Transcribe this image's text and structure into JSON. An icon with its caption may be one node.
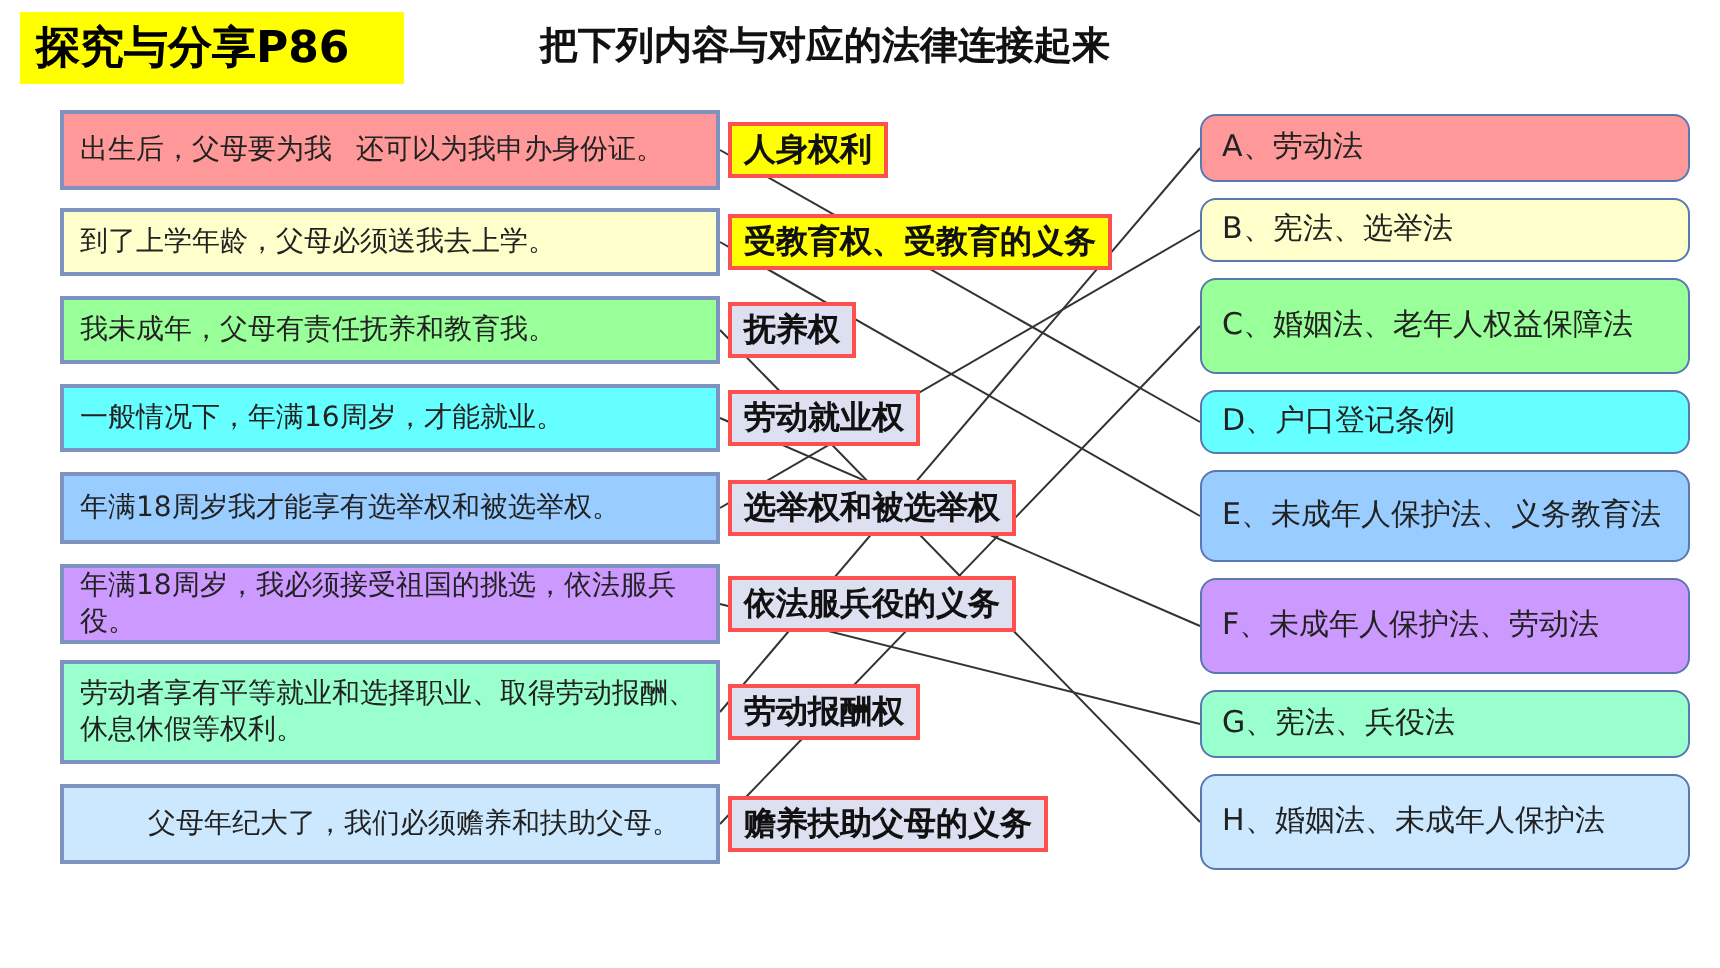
{
  "diagram": {
    "title": "把下列内容与对应的法律连接起来",
    "nodes": [
      {
        "text": [
          "探究与分享P86"
        ]
      },
      {
        "text": [
          "出生后，父母要为我",
          "还可以为我申办身份证。"
        ],
        "beside": [
          "人身权利"
        ]
      },
      {
        "text": [
          "到了上学年龄，父母必须送我去上学。"
        ],
        "beside": [
          "受教育权、受教育的义务"
        ]
      },
      {
        "text": [
          "我未成年，父母有责任抚养和教育我。"
        ],
        "beside": [
          "抚养权"
        ]
      },
      {
        "text": [
          "一般情况下，年满16周岁，才能就业。"
        ],
        "beside": [
          "劳动就业权"
        ]
      },
      {
        "text": [
          "年满18周岁我才能享有选举权和被选举权。"
        ],
        "beside": [
          "选举权和被选举权"
        ]
      },
      {
        "text": [
          "年满18周岁，我必须接受祖国的挑选，依法服兵役。"
        ],
        "beside": [
          "依法服兵役的义务"
        ]
      },
      {
        "text": [
          "劳动者享有平等就业和选择职业、取得劳动报酬、休息休假等权利。"
        ],
        "beside": [
          "劳动报酬权"
        ]
      },
      {
        "text": [
          "父母年纪大了，我们必须赡养和扶助父母。"
        ],
        "beside": [
          "赡养扶助父母的义务"
        ]
      },
      {
        "text": [
          "A、劳动法"
        ]
      },
      {
        "text": [
          "B、宪法、选举法"
        ]
      },
      {
        "text": [
          "C、婚姻法、老年人权益保障法"
        ]
      },
      {
        "text": [
          "D、户口登记条例"
        ]
      },
      {
        "text": [
          "E、未成年人保护法、义务教育法"
        ]
      },
      {
        "text": [
          "F、未成年人保护法、劳动法"
        ]
      },
      {
        "text": [
          "G、宪法、兵役法"
        ]
      },
      {
        "text": [
          "H、婚姻法、未成年人保护法"
        ]
      }
    ],
    "edges": [
      {
        "from": 1,
        "to": 12,
        "arrow": "none"
      },
      {
        "from": 2,
        "to": 13,
        "arrow": "none"
      },
      {
        "from": 3,
        "to": 16,
        "arrow": "none"
      },
      {
        "from": 4,
        "to": 14,
        "arrow": "none"
      },
      {
        "from": 5,
        "to": 10,
        "arrow": "none"
      },
      {
        "from": 6,
        "to": 15,
        "arrow": "none"
      },
      {
        "from": 7,
        "to": 9,
        "arrow": "none"
      },
      {
        "from": 8,
        "to": 11,
        "arrow": "none"
      }
    ]
  }
}
